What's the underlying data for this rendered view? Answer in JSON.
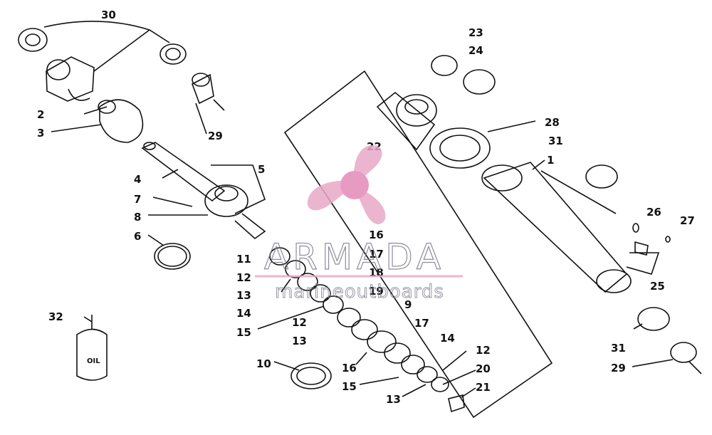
{
  "diagram": {
    "callouts": [
      "30",
      "2",
      "3",
      "29",
      "4",
      "5",
      "7",
      "8",
      "6",
      "23",
      "24",
      "22",
      "28",
      "31",
      "1",
      "26",
      "27",
      "25",
      "31",
      "29",
      "11",
      "12",
      "13",
      "14",
      "15",
      "16",
      "17",
      "18",
      "19",
      "12",
      "13",
      "9",
      "17",
      "14",
      "12",
      "20",
      "21",
      "16",
      "15",
      "13",
      "10",
      "32"
    ],
    "oil_label": "OIL"
  },
  "watermark": {
    "brand": "ARMADA",
    "tagline": "marineoutboards",
    "color": "#e8a9c8"
  }
}
